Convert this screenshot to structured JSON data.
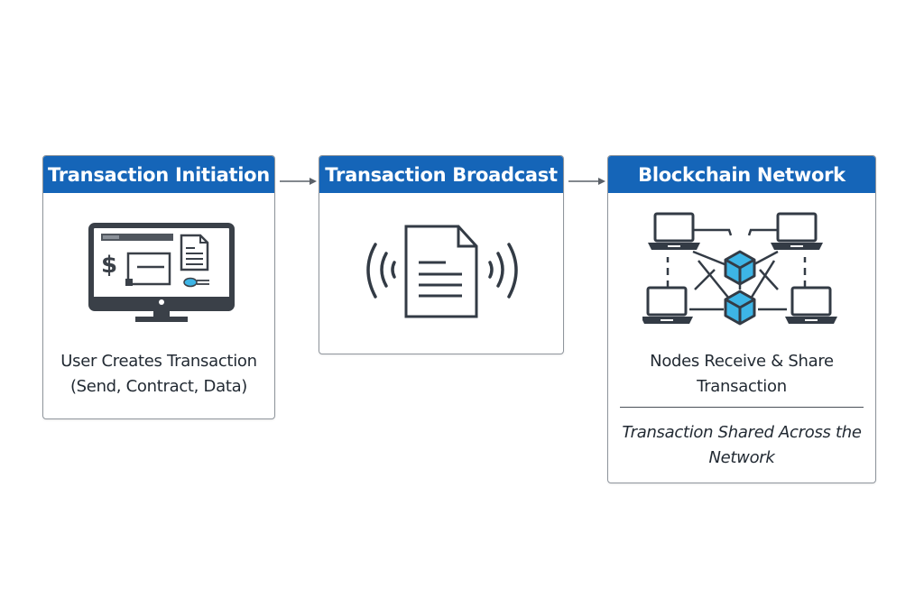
{
  "diagram": {
    "steps": [
      {
        "title": "Transaction Initiation",
        "icon": "computer-monitor-icon",
        "caption_line1": "User Creates Transaction",
        "caption_line2": "(Send, Contract, Data)"
      },
      {
        "title": "Transaction Broadcast",
        "icon": "broadcast-document-icon"
      },
      {
        "title": "Blockchain Network",
        "icon": "network-nodes-icon",
        "caption_line1": "Nodes Receive & Share",
        "caption_line2": "Transaction",
        "note_line1": "Transaction Shared Across the",
        "note_line2": "Network"
      }
    ],
    "colors": {
      "header": "#1565b8",
      "icon_dark": "#333b45",
      "accent": "#3db5e6"
    }
  }
}
